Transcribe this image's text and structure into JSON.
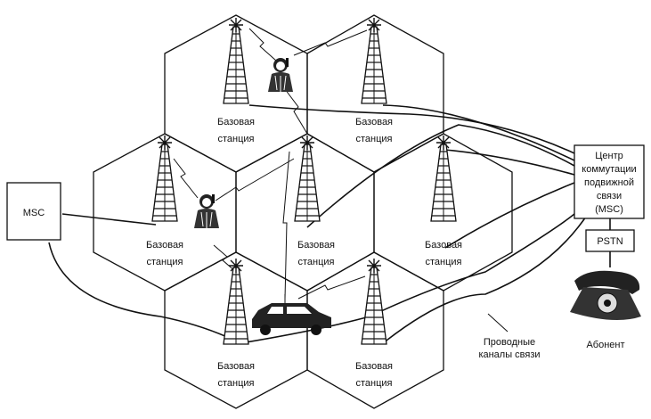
{
  "cell_label": [
    "Базовая",
    "станция"
  ],
  "msc_left_label": "MSC",
  "msc_center_label": [
    "Центр",
    "коммутации",
    "подвижной",
    "связи",
    "(MSC)"
  ],
  "pstn_label": "PSTN",
  "subscriber_label": "Абонент",
  "wired_channels_label": [
    "Проводные",
    "каналы связи"
  ],
  "icons": {
    "tower": "radio-tower-icon",
    "handset_user": "mobile-user-icon",
    "car": "car-icon",
    "telephone": "telephone-icon"
  }
}
